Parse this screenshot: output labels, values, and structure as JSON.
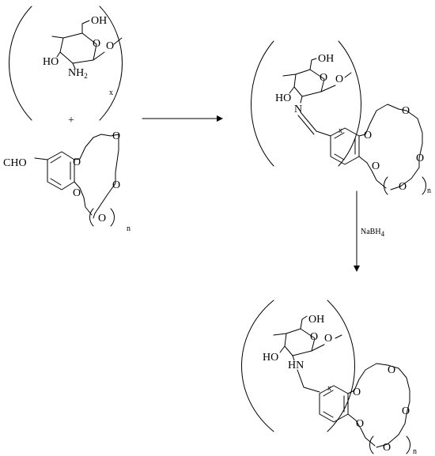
{
  "scheme": {
    "reactant_polymer": {
      "oh": "OH",
      "ring_o": "O",
      "linkage_o": "O",
      "ho": "HO",
      "nh2_base": "NH",
      "nh2_sub": "2",
      "repeat_subscript": "x"
    },
    "plus_sign": "+",
    "aldehyde": {
      "cho": "CHO",
      "o_atoms": [
        "O",
        "O",
        "O",
        "O",
        "O"
      ],
      "repeat_subscript": "n"
    },
    "schiff_base": {
      "oh": "OH",
      "ring_o": "O",
      "linkage_o": "O",
      "ho": "HO",
      "imine_n": "N",
      "o_atoms": [
        "O",
        "O",
        "O",
        "O",
        "O"
      ],
      "subscript_x": "x",
      "subscript_n": "n"
    },
    "reagent": {
      "base": "NaBH",
      "sub": "4"
    },
    "reduced_product": {
      "oh": "OH",
      "ring_o": "O",
      "linkage_o": "O",
      "ho": "HO",
      "amine": "HN",
      "o_atoms": [
        "O",
        "O",
        "O",
        "O",
        "O"
      ],
      "subscript_x": "x",
      "subscript_n": "n"
    }
  }
}
